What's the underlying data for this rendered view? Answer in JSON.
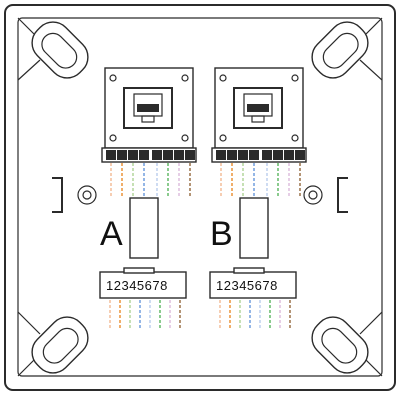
{
  "module_a": {
    "label": "A",
    "pin_numbers": "12345678"
  },
  "module_b": {
    "label": "B",
    "pin_numbers": "12345678"
  },
  "wire_colors": [
    "#f2b38a",
    "#e8821a",
    "#a8d08d",
    "#5a8fd8",
    "#b3c8ea",
    "#4caf50",
    "#d8b4d8",
    "#8a5a2b"
  ],
  "outline_color": "#2b2b2b"
}
